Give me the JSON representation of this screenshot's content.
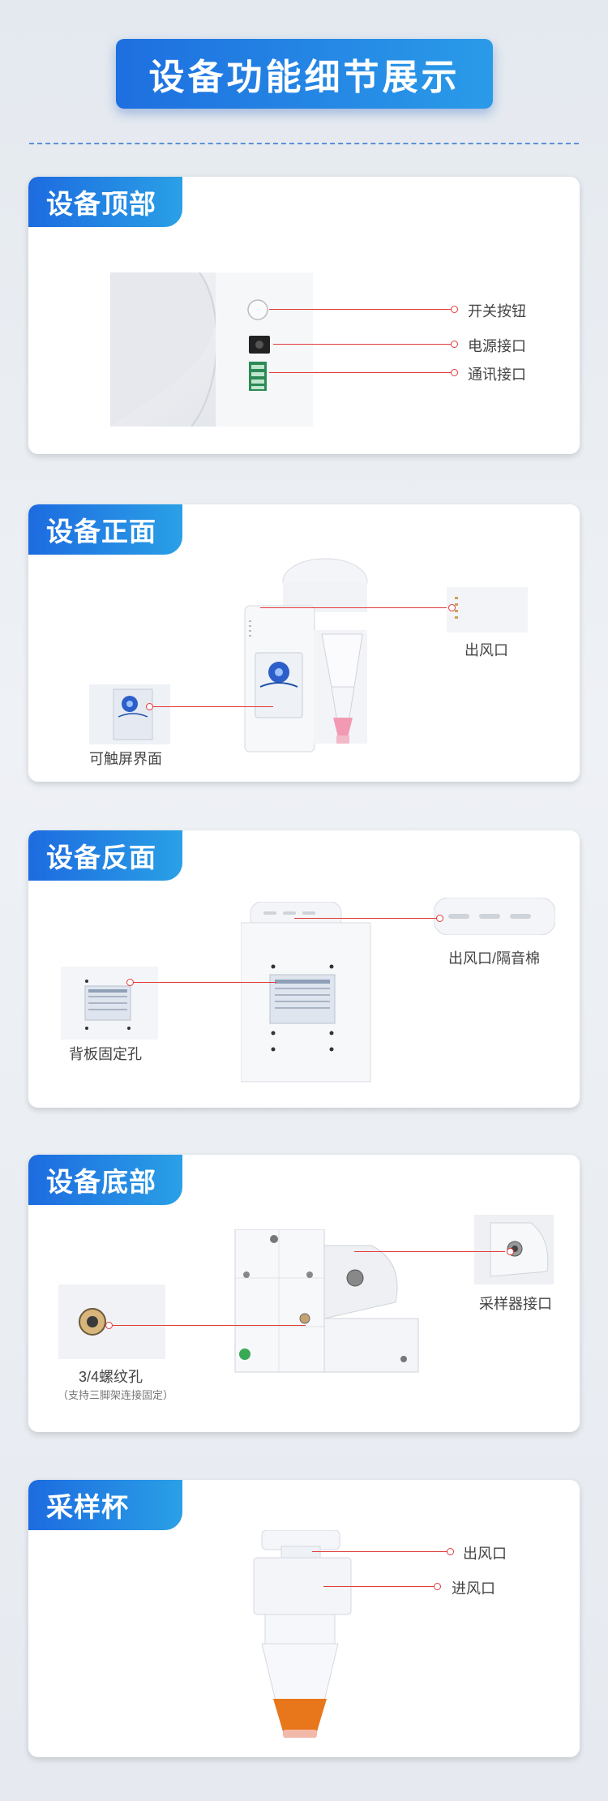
{
  "banner": {
    "title": "设备功能细节展示"
  },
  "sections": [
    {
      "title": "设备顶部",
      "callouts": [
        "开关按钮",
        "电源接口",
        "通讯接口"
      ]
    },
    {
      "title": "设备正面",
      "callouts": [
        "出风口",
        "可触屏界面"
      ]
    },
    {
      "title": "设备反面",
      "callouts": [
        "出风口/隔音棉",
        "背板固定孔"
      ]
    },
    {
      "title": "设备底部",
      "callouts": [
        "采样器接口",
        "3/4螺纹孔"
      ],
      "note": "（支持三脚架连接固定）"
    },
    {
      "title": "采样杯",
      "callouts": [
        "出风口",
        "进风口"
      ]
    }
  ],
  "colors": {
    "accent": "#1e6fe0",
    "callout_line": "#e23a3a",
    "liquid": "#e8761a",
    "pink": "#f29ab3"
  }
}
